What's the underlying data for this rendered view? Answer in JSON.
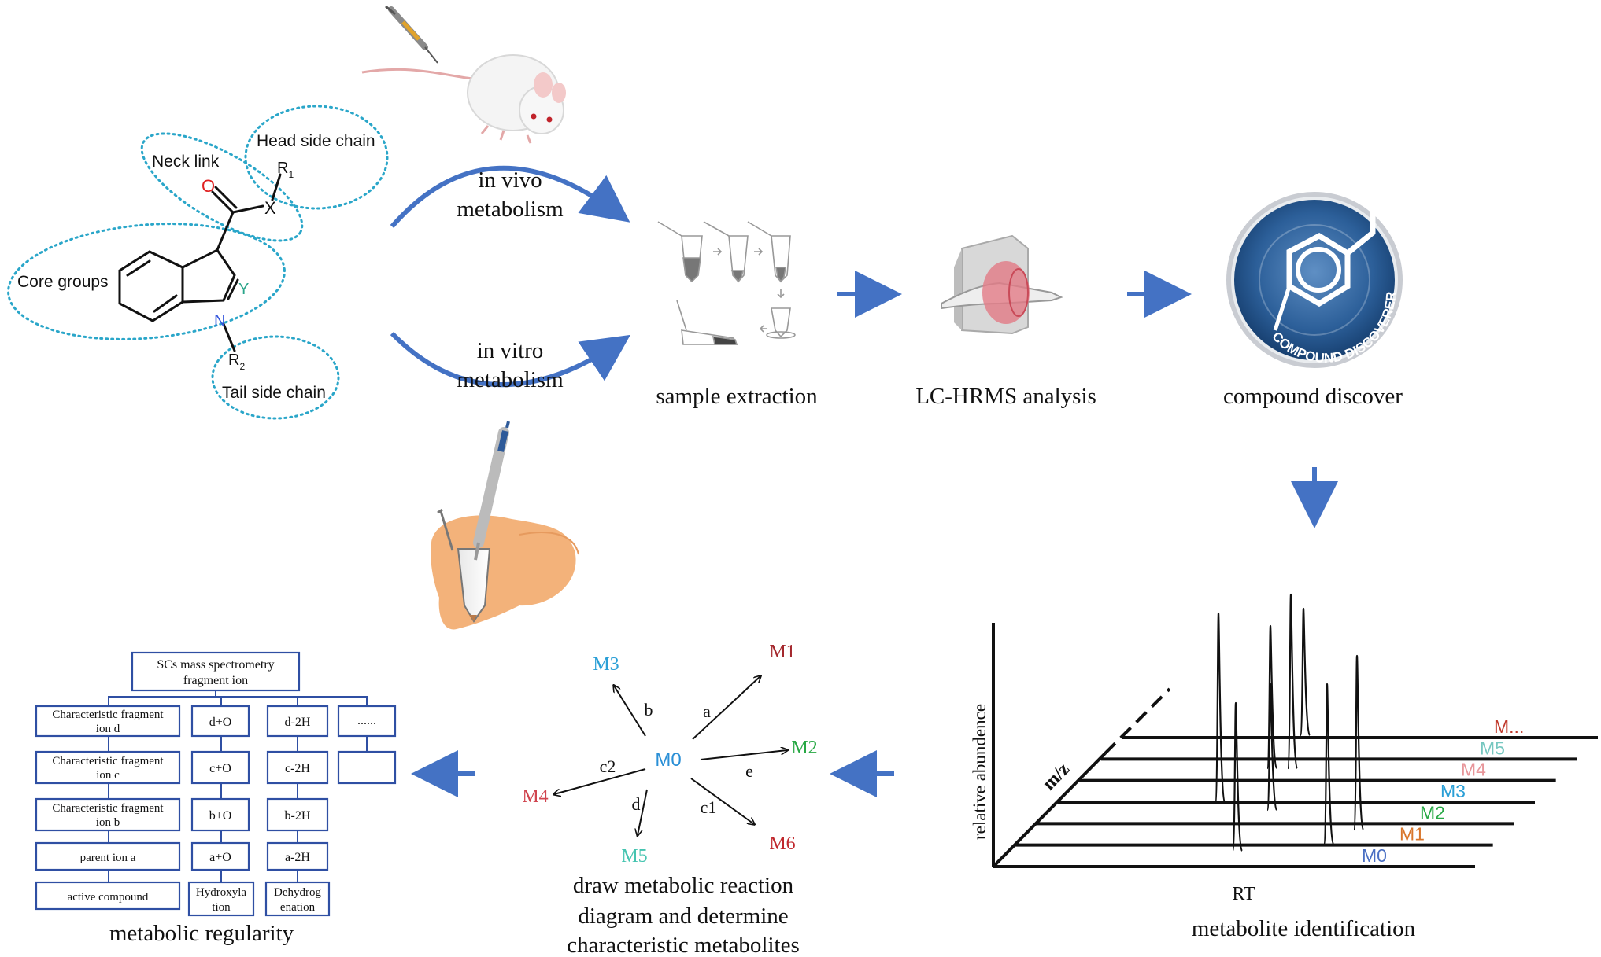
{
  "structure": {
    "regions": {
      "neck": "Neck link",
      "head": "Head side chain",
      "core": "Core groups",
      "tail": "Tail side chain"
    },
    "atoms": {
      "o": "O",
      "x": "X",
      "y": "Y",
      "n": "N",
      "r1_main": "R",
      "r1_sub": "1",
      "r2_main": "R",
      "r2_sub": "2"
    }
  },
  "pathways": {
    "vivo_l1": "in vivo",
    "vivo_l2": "metabolism",
    "vitro_l1": "in vitro",
    "vitro_l2": "metabolism"
  },
  "steps": {
    "extraction": "sample extraction",
    "lchrms": "LC-HRMS analysis",
    "cd": "compound discover",
    "cd_logo_text": "COMPOUND DISCOVERER",
    "identification": "metabolite identification",
    "diagram_l1": "draw metabolic reaction",
    "diagram_l2": "diagram and determine",
    "diagram_l3": "characteristic metabolites",
    "regularity": "metabolic regularity"
  },
  "spectrum": {
    "ylabel": "relative abundence",
    "xlabel": "RT",
    "zlabel": "m/z",
    "traces": [
      {
        "label": "M...",
        "color": "#c0392b"
      },
      {
        "label": "M5",
        "color": "#76c7c0"
      },
      {
        "label": "M4",
        "color": "#e8969a"
      },
      {
        "label": "M3",
        "color": "#2a9fd6"
      },
      {
        "label": "M2",
        "color": "#27a844"
      },
      {
        "label": "M1",
        "color": "#d9762b"
      },
      {
        "label": "M0",
        "color": "#4a6fc3"
      }
    ]
  },
  "reaction": {
    "center": {
      "label": "M0",
      "color": "#2a8fd6"
    },
    "products": [
      {
        "label": "M1",
        "color": "#a4282d",
        "via": "a"
      },
      {
        "label": "M3",
        "color": "#2a9fd6",
        "via": "b"
      },
      {
        "label": "M2",
        "color": "#27a844",
        "via": "e"
      },
      {
        "label": "M4",
        "color": "#d0454f",
        "via": "c2"
      },
      {
        "label": "M5",
        "color": "#45c4b0",
        "via": "d"
      },
      {
        "label": "M6",
        "color": "#c0282d",
        "via": "c1"
      }
    ]
  },
  "tree": {
    "root_l1": "SCs mass spectrometry",
    "root_l2": "fragment ion",
    "col1": [
      {
        "l1": "Characteristic fragment",
        "l2": "ion d"
      },
      {
        "l1": "Characteristic fragment",
        "l2": "ion c"
      },
      {
        "l1": "Characteristic fragment",
        "l2": "ion b"
      },
      {
        "l1": "parent ion a",
        "l2": ""
      },
      {
        "l1": "active compound",
        "l2": ""
      }
    ],
    "col2": [
      "d+O",
      "c+O",
      "b+O",
      "a+O"
    ],
    "col2_footer_l1": "Hydroxyla",
    "col2_footer_l2": "tion",
    "col3": [
      "d-2H",
      "c-2H",
      "b-2H",
      "a-2H"
    ],
    "col3_footer_l1": "Dehydrog",
    "col3_footer_l2": "enation",
    "col4": [
      "......",
      ""
    ]
  },
  "colors": {
    "arrow": "#4472c4",
    "dotted": "#2aa6c9",
    "oxygen": "#e02020",
    "nitrogen": "#3355dd",
    "ygreen": "#2aa58a",
    "liver": "#f3b27a"
  }
}
